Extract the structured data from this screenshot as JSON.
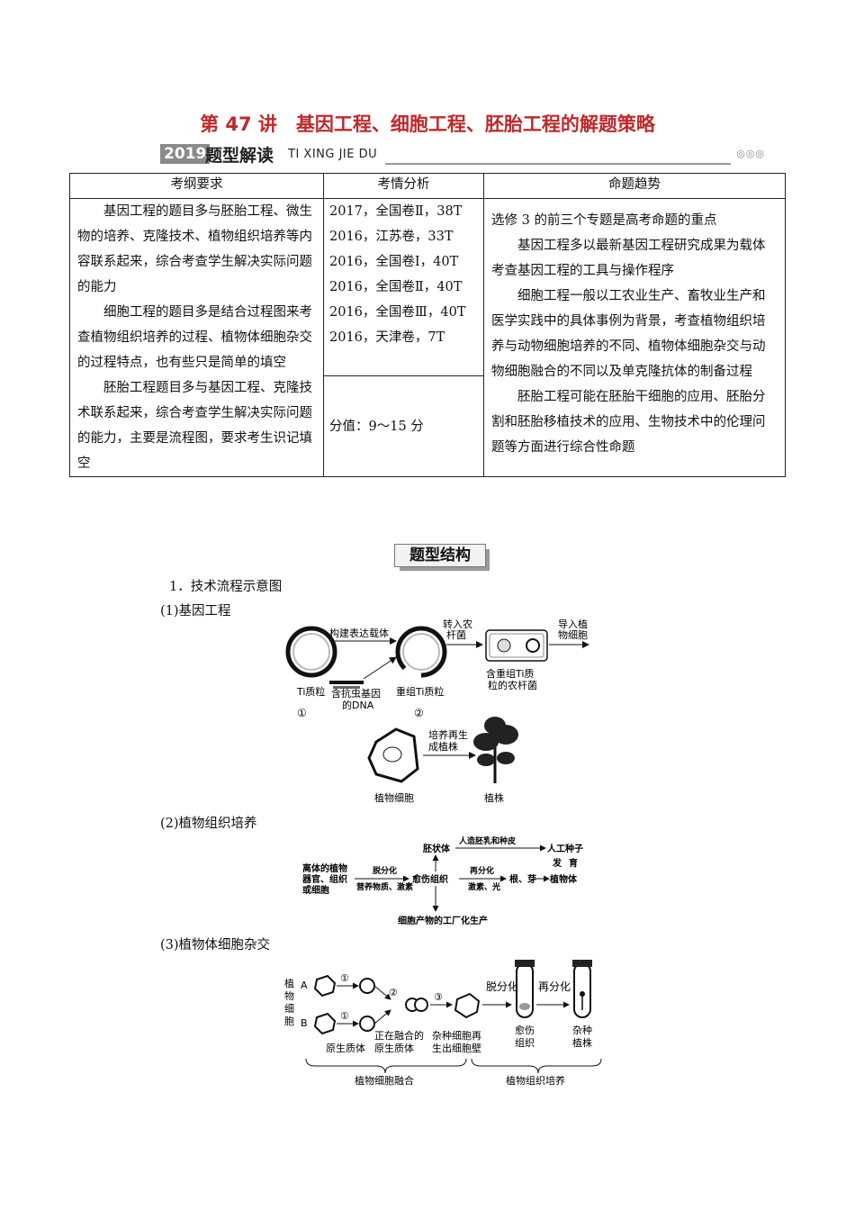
{
  "title": "第 47 讲　基因工程、细胞工程、胚胎工程的解题策略",
  "banner": {
    "badge": "2019",
    "main": "题型解读",
    "pinyin": "TI XING JIE DU",
    "dots": "◎◎◎"
  },
  "table": {
    "headers": [
      "考纲要求",
      "考情分析",
      "命题趋势"
    ],
    "col1_paragraphs": [
      "基因工程的题目多与胚胎工程、微生物的培养、克隆技术、植物组织培养等内容联系起来，综合考查学生解决实际问题的能力",
      "细胞工程的题目多是结合过程图来考查植物组织培养的过程、植物体细胞杂交的过程特点，也有些只是简单的填空",
      "胚胎工程题目多与基因工程、克隆技术联系起来，综合考查学生解决实际问题的能力，主要是流程图，要求考生识记填空"
    ],
    "col2_exams": [
      "2017，全国卷Ⅱ，38T",
      "2016，江苏卷，33T",
      "2016，全国卷Ⅰ，40T",
      "2016，全国卷Ⅱ，40T",
      "2016，全国卷Ⅲ，40T",
      "2016，天津卷，7T"
    ],
    "col2_score": "分值：9～15 分",
    "col3_first": "选修 3 的前三个专题是高考命题的重点",
    "col3_paragraphs": [
      "基因工程多以最新基因工程研究成果为载体考查基因工程的工具与操作程序",
      "细胞工程一般以工农业生产、畜牧业生产和医学实践中的具体事例为背景，考查植物组织培养与动物细胞培养的不同、植物体细胞杂交与动物细胞融合的不同以及单克隆抗体的制备过程",
      "胚胎工程可能在胚胎干细胞的应用、胚胎分割和胚胎移植技术的应用、生物技术中的伦理问题等方面进行综合性命题"
    ]
  },
  "section2": {
    "label": "题型结构",
    "item1": "1．技术流程示意图",
    "sub1": "(1)基因工程",
    "sub2": "(2)植物组织培养",
    "sub3": "(3)植物体细胞杂交"
  },
  "diagram1": {
    "ti": "Ti质粒",
    "n1": "①",
    "gene1": "含抗虫基因",
    "gene2": "的DNA",
    "build": "构建表达载体",
    "rec": "重组Ti质粒",
    "n2": "②",
    "trans1": "转入农",
    "trans2": "杆菌",
    "into1": "导入植",
    "into2": "物细胞",
    "agro1": "含重组Ti质",
    "agro2": "粒的农杆菌",
    "cult1": "培养再生",
    "cult2": "成植株",
    "plantcell": "植物细胞",
    "plant": "植株"
  },
  "diagram2": {
    "src1": "离体的植物",
    "src2": "器官、组织",
    "src3": "或细胞",
    "dediff": "脱分化",
    "nutri": "营养物质、激素",
    "callus": "愈伤组织",
    "embryo": "胚状体",
    "artificial": "人造胚乳和种皮",
    "seed": "人工种子",
    "dev1": "发",
    "dev2": "育",
    "rediff": "再分化",
    "hormone": "激素、光",
    "root": "根、芽",
    "plantbody": "植物体",
    "factory": "细胞产物的工厂化生产"
  },
  "diagram3": {
    "side": [
      "植",
      "物",
      "细",
      "胞"
    ],
    "a": "A",
    "b": "B",
    "c1": "①",
    "c2": "②",
    "c3": "③",
    "proto": "原生质体",
    "fusing1": "正在融合的",
    "fusing2": "原生质体",
    "hyb1": "杂种细胞再",
    "hyb2": "生出细胞壁",
    "dediff": "脱分化",
    "rediff": "再分化",
    "callus1": "愈伤",
    "callus2": "组织",
    "hplant1": "杂种",
    "hplant2": "植株",
    "fusion": "植物细胞融合",
    "tissue": "植物组织培养"
  }
}
